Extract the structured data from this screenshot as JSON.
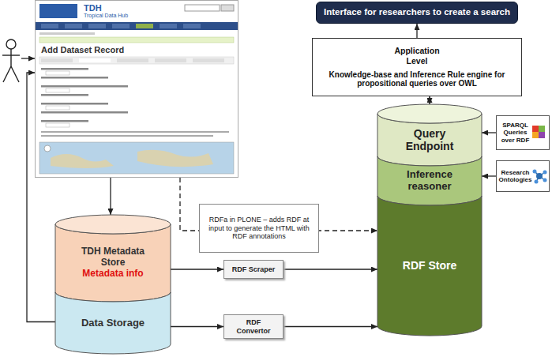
{
  "diagram": {
    "nodes": [
      {
        "text": [
          "Interface for researchers to create a search"
        ]
      },
      {
        "text": [
          "Application Level",
          "Knowledge-base and Inference Rule engine for propositional queries over OWL"
        ]
      },
      {
        "text": [
          "TDH",
          "Tropical Data Hub",
          "Add Dataset Record"
        ]
      },
      {
        "text": [
          "Query Endpoint"
        ]
      },
      {
        "text": [
          "SPARQL Queries over RDF"
        ]
      },
      {
        "text": [
          "Inference reasoner"
        ]
      },
      {
        "text": [
          "Research Ontologies"
        ]
      },
      {
        "text": [
          "RDFa in PLONE – adds RDF at input to generate the HTML with RDF annotations"
        ]
      },
      {
        "text": [
          "RDF Store"
        ]
      },
      {
        "text": [
          "TDH Metadata Store",
          "Metadata info"
        ]
      },
      {
        "text": [
          "RDF Scraper"
        ]
      },
      {
        "text": [
          "Data Storage"
        ]
      },
      {
        "text": [
          "RDF Convertor"
        ]
      }
    ],
    "edges": [
      {
        "from": 1,
        "to": 0,
        "arrow": "to"
      },
      {
        "from": 3,
        "to": 1,
        "arrow": "both"
      },
      {
        "from": 4,
        "to": 3,
        "arrow": "to"
      },
      {
        "from": 6,
        "to": 5,
        "arrow": "to"
      },
      {
        "from": 2,
        "to": 9,
        "arrow": "to"
      },
      {
        "from": 9,
        "to": 10,
        "arrow": "to"
      },
      {
        "from": 10,
        "to": 8,
        "arrow": "to"
      },
      {
        "from": 11,
        "to": 12,
        "arrow": "to"
      },
      {
        "from": 12,
        "to": 8,
        "arrow": "to"
      },
      {
        "from": 11,
        "to": 2,
        "arrow": "to"
      },
      {
        "from": 2,
        "to": 8,
        "arrow": "to"
      }
    ]
  }
}
